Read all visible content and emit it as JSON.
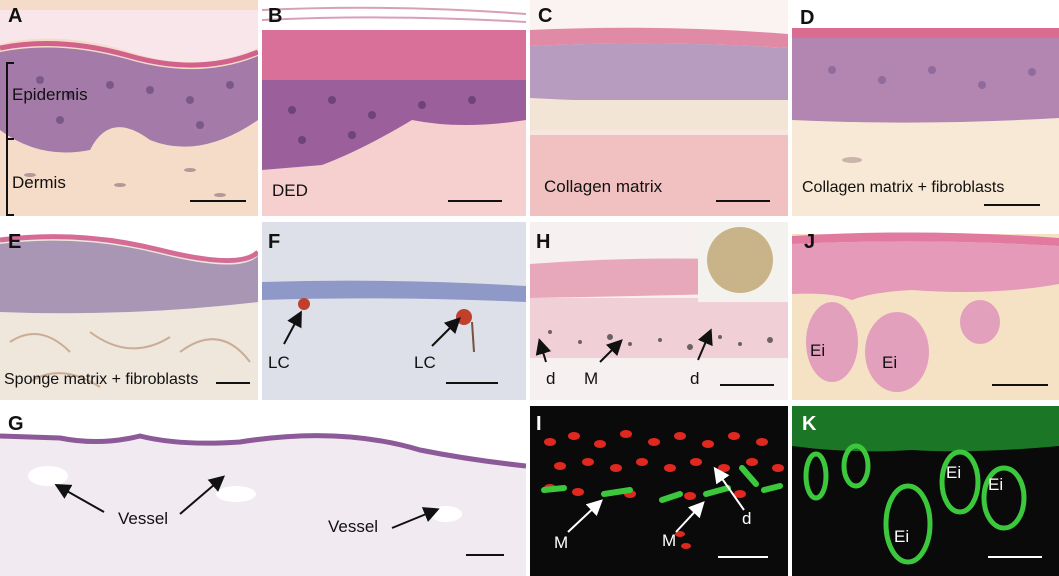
{
  "panels": {
    "A": {
      "label": "A",
      "layers": [
        "Epidermis",
        "Dermis"
      ]
    },
    "B": {
      "label": "B",
      "caption": "DED"
    },
    "C": {
      "label": "C",
      "caption": "Collagen matrix"
    },
    "D": {
      "label": "D",
      "caption": "Collagen matrix + fibroblasts"
    },
    "E": {
      "label": "E",
      "caption": "Sponge matrix + fibroblasts"
    },
    "F": {
      "label": "F",
      "annotations": [
        "LC",
        "LC"
      ]
    },
    "H": {
      "label": "H",
      "annotations": [
        "d",
        "M",
        "d"
      ]
    },
    "J": {
      "label": "J",
      "annotations": [
        "Ei",
        "Ei"
      ]
    },
    "G": {
      "label": "G",
      "annotations": [
        "Vessel",
        "Vessel"
      ]
    },
    "I": {
      "label": "I",
      "annotations": [
        "M",
        "M",
        "d"
      ]
    },
    "K": {
      "label": "K",
      "annotations": [
        "Ei",
        "Ei",
        "Ei"
      ]
    }
  },
  "colors": {
    "he_pink": "#d98aa8",
    "he_purple": "#9b6fa8",
    "dermis": "#f3d6c6",
    "fluor_red": "#e0281e",
    "fluor_green": "#3cc83c",
    "dark_bg": "#0a0a0a"
  }
}
